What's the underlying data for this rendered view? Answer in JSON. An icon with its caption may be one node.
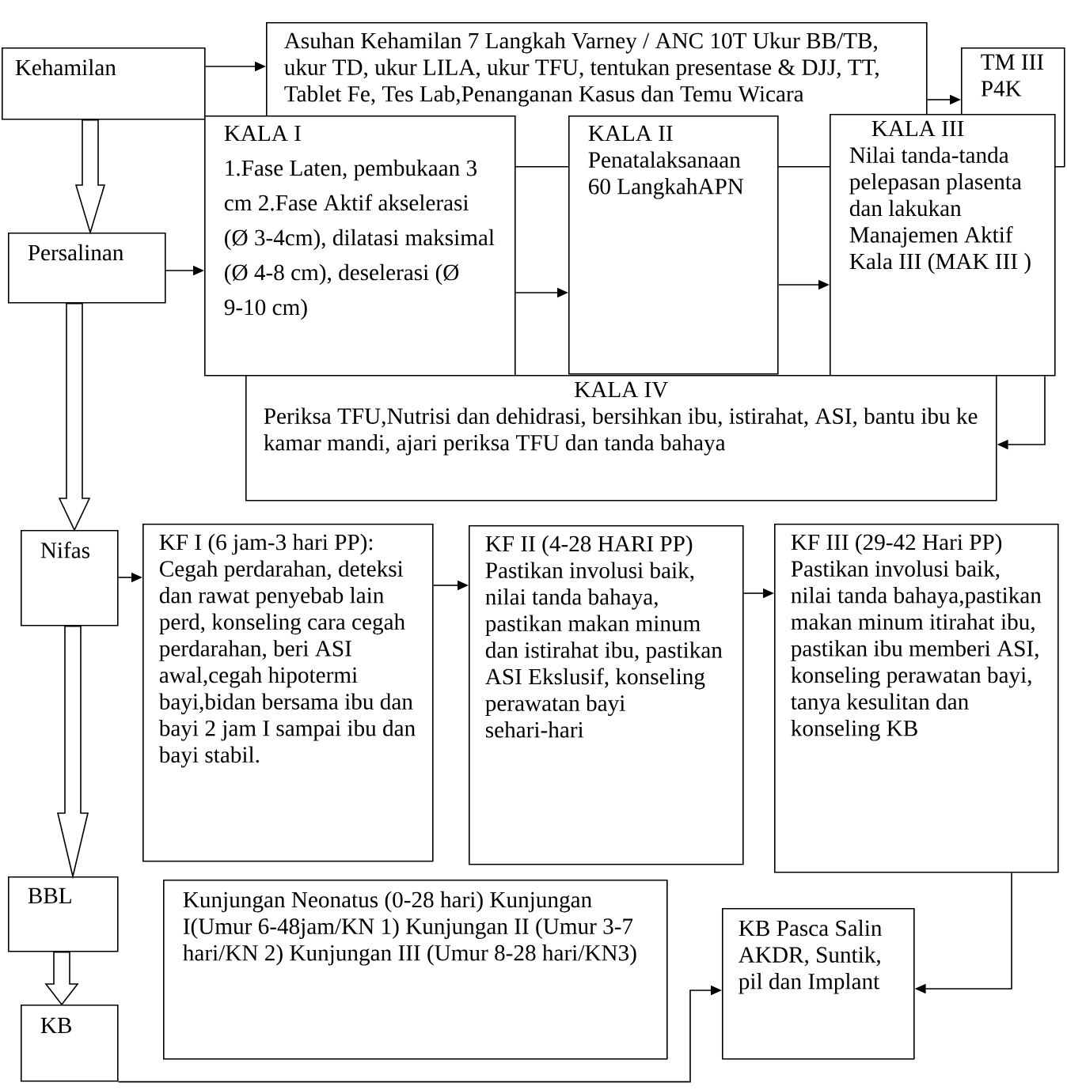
{
  "diagram": {
    "nodes": [
      {
        "text": [
          "Kehamilan"
        ]
      },
      {
        "text": [
          "Asuhan Kehamilan 7 Langkah Varney / ANC 10T Ukur BB/TB, ukur TD, ukur LILA, ukur TFU, tentukan presentase & DJJ, TT, Tablet Fe, Tes Lab,Penanganan Kasus dan Temu Wicara"
        ]
      },
      {
        "text": [
          "TM III P4K"
        ]
      },
      {
        "text": [
          "Persalinan"
        ]
      },
      {
        "text": [
          "KALA I",
          "1.Fase Laten, pembukaan 3 cm 2.Fase Aktif akselerasi (Ø 3-4cm), dilatasi maksimal (Ø 4-8 cm), deselerasi (Ø 9-10 cm)"
        ]
      },
      {
        "text": [
          "KALA II",
          "Penatalaksanaan 60 LangkahAPN"
        ]
      },
      {
        "text": [
          "KALA III",
          "Nilai tanda-tanda pelepasan plasenta dan lakukan Manajemen Aktif Kala III (MAK III )"
        ]
      },
      {
        "text": [
          "KALA IV",
          "Periksa TFU,Nutrisi dan dehidrasi, bersihkan ibu, istirahat, ASI, bantu ibu ke kamar mandi, ajari periksa TFU dan tanda bahaya"
        ]
      },
      {
        "text": [
          "Nifas"
        ]
      },
      {
        "text": [
          "KF I (6 jam-3 hari PP):",
          "Cegah perdarahan, deteksi dan rawat penyebab lain perd, konseling cara cegah perdarahan, beri ASI awal,cegah hipotermi bayi,bidan bersama ibu dan bayi 2 jam I sampai ibu dan bayi stabil."
        ]
      },
      {
        "text": [
          "KF II (4-28 HARI PP)",
          "Pastikan involusi baik, nilai tanda bahaya, pastikan makan minum dan istirahat ibu, pastikan ASI Ekslusif, konseling perawatan bayi sehari-hari"
        ]
      },
      {
        "text": [
          "KF III (29-42 Hari PP)",
          "Pastikan involusi baik, nilai tanda bahaya,pastikan makan minum itirahat ibu, pastikan ibu memberi ASI, konseling perawatan bayi, tanya kesulitan dan konseling KB"
        ]
      },
      {
        "text": [
          "BBL"
        ]
      },
      {
        "text": [
          "Kunjungan Neonatus (0-28 hari) Kunjungan I(Umur 6-48jam/KN 1) Kunjungan II (Umur 3-7 hari/KN 2) Kunjungan III (Umur 8-28 hari/KN3)"
        ]
      },
      {
        "text": [
          "KB Pasca Salin AKDR, Suntik, pil dan Implant"
        ]
      },
      {
        "text": [
          "KB"
        ]
      }
    ],
    "edges": [
      {
        "from": 0,
        "to": 1,
        "arrow": "to"
      },
      {
        "from": 1,
        "to": 2,
        "arrow": "to"
      },
      {
        "from": 0,
        "to": 3,
        "arrow": "to",
        "style": "thick"
      },
      {
        "from": 3,
        "to": 4,
        "arrow": "to"
      },
      {
        "from": 4,
        "to": 5,
        "arrow": "to"
      },
      {
        "from": 5,
        "to": 6,
        "arrow": "to"
      },
      {
        "from": 6,
        "to": 7,
        "arrow": "to"
      },
      {
        "from": 3,
        "to": 8,
        "arrow": "to",
        "style": "thick"
      },
      {
        "from": 8,
        "to": 9,
        "arrow": "to"
      },
      {
        "from": 9,
        "to": 10,
        "arrow": "to"
      },
      {
        "from": 10,
        "to": 11,
        "arrow": "to"
      },
      {
        "from": 8,
        "to": 12,
        "arrow": "to",
        "style": "thick"
      },
      {
        "from": 12,
        "to": 15,
        "arrow": "to",
        "style": "thick"
      },
      {
        "from": 11,
        "to": 14,
        "arrow": "to"
      },
      {
        "from": 15,
        "to": 14,
        "arrow": "to"
      }
    ]
  }
}
